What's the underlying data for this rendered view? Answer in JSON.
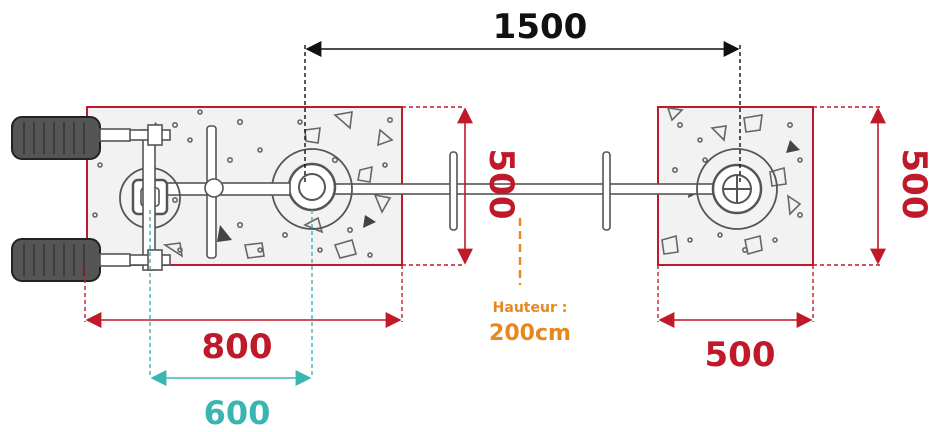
{
  "dimensions": {
    "span": "1500",
    "left_width": "800",
    "left_depth": "500",
    "right_width": "500",
    "right_depth": "500",
    "offset": "600"
  },
  "height_note": {
    "label": "Hauteur :",
    "value": "200cm"
  },
  "colors": {
    "dimension_red": "#c0192a",
    "span_black": "#111111",
    "offset_teal": "#3bb5b0",
    "height_orange": "#e8871e",
    "zone_fill": "#f2f2f2",
    "machine_gray": "#555555"
  }
}
